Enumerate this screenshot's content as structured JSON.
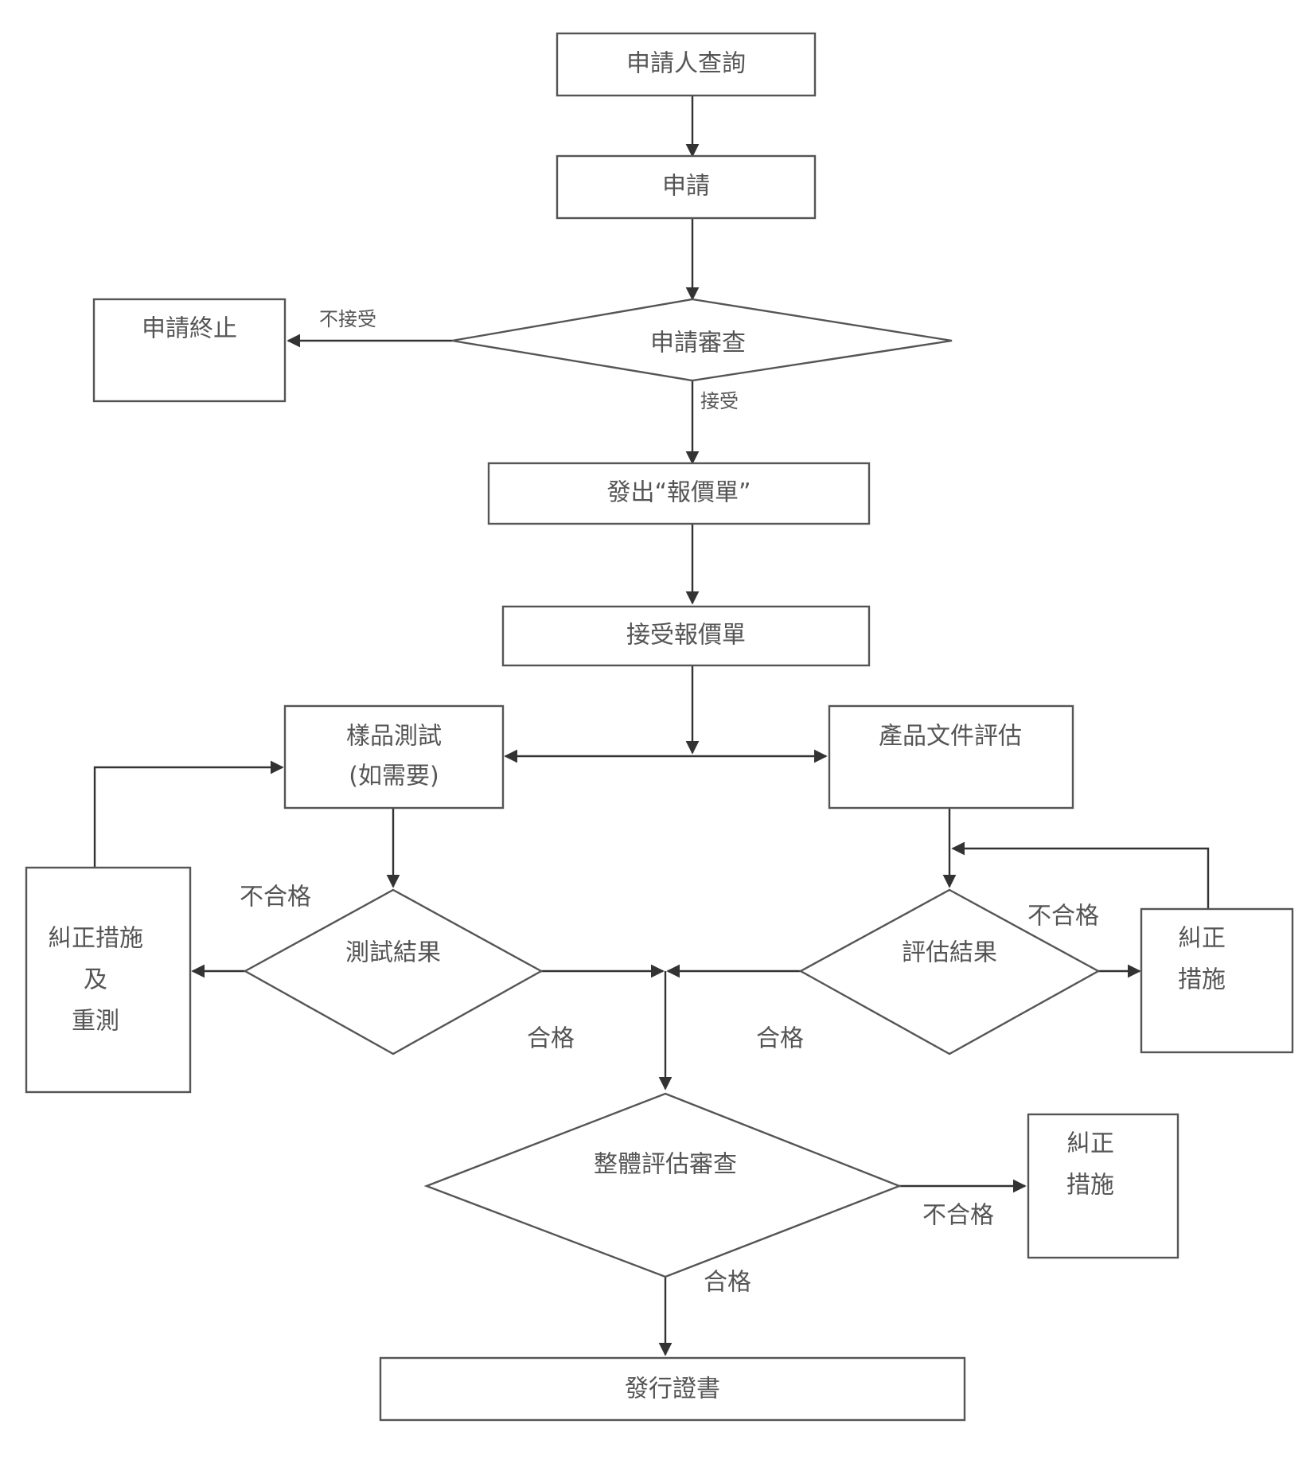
{
  "nodes": {
    "inquiry": "申請人查詢",
    "application": "申請",
    "app_review": "申請審查",
    "app_terminated": "申請終止",
    "issue_quote": "發出“報價單”",
    "accept_quote": "接受報價單",
    "sample_test": [
      "樣品測試",
      "(如需要)"
    ],
    "doc_eval": "產品文件評估",
    "test_result": "測試結果",
    "eval_result": "評估結果",
    "corrective_retest": [
      "糾正措施",
      "及",
      "重測"
    ],
    "corrective_right": [
      "糾正",
      "措施"
    ],
    "overall_review": "整體評估審查",
    "corrective_bottom": [
      "糾正",
      "措施"
    ],
    "issue_cert": "發行證書"
  },
  "edge_labels": {
    "not_accepted": "不接受",
    "accepted": "接受",
    "test_fail": "不合格",
    "test_pass": "合格",
    "eval_fail": "不合格",
    "eval_pass": "合格",
    "overall_fail": "不合格",
    "overall_pass": "合格"
  }
}
